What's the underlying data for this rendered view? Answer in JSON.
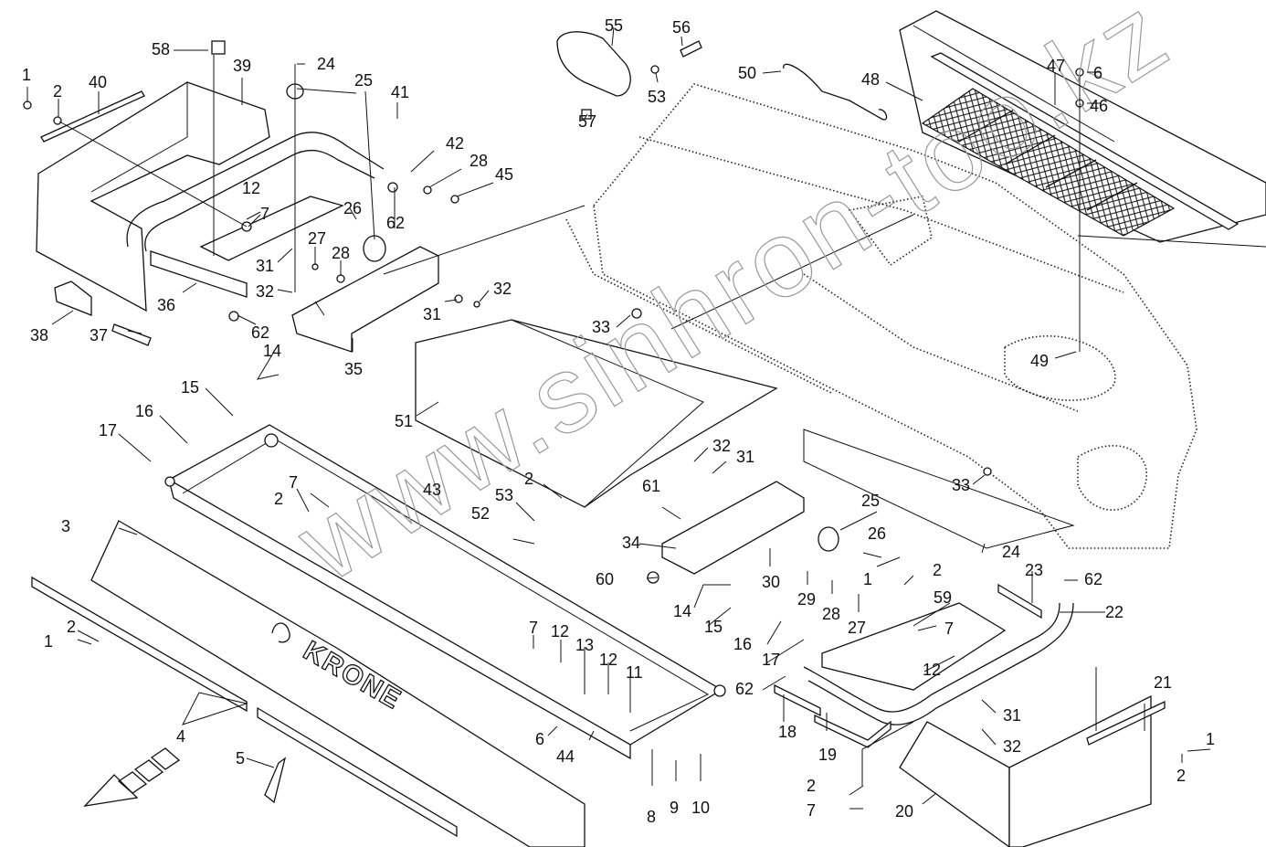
{
  "diagram": {
    "title": "Exploded parts diagram - mower guard frame assembly",
    "brand_logo_text": "KRONE",
    "watermark": "www.sinhron-too.kz",
    "direction_arrow": "travel-direction-arrow",
    "callouts": [
      {
        "id": "c1a",
        "label": "1"
      },
      {
        "id": "c2a",
        "label": "2"
      },
      {
        "id": "c40",
        "label": "40"
      },
      {
        "id": "c58",
        "label": "58"
      },
      {
        "id": "c39",
        "label": "39"
      },
      {
        "id": "c24a",
        "label": "24"
      },
      {
        "id": "c25a",
        "label": "25"
      },
      {
        "id": "c41",
        "label": "41"
      },
      {
        "id": "c12a",
        "label": "12"
      },
      {
        "id": "c7a",
        "label": "7"
      },
      {
        "id": "c42",
        "label": "42"
      },
      {
        "id": "c28a",
        "label": "28"
      },
      {
        "id": "c45",
        "label": "45"
      },
      {
        "id": "c62a",
        "label": "62"
      },
      {
        "id": "c26a",
        "label": "26"
      },
      {
        "id": "c27a",
        "label": "27"
      },
      {
        "id": "c28b",
        "label": "28"
      },
      {
        "id": "c31a",
        "label": "31"
      },
      {
        "id": "c32a",
        "label": "32"
      },
      {
        "id": "c36",
        "label": "36"
      },
      {
        "id": "c38",
        "label": "38"
      },
      {
        "id": "c37",
        "label": "37"
      },
      {
        "id": "c62b",
        "label": "62"
      },
      {
        "id": "c35",
        "label": "35"
      },
      {
        "id": "c31b",
        "label": "31"
      },
      {
        "id": "c32b",
        "label": "32"
      },
      {
        "id": "c55",
        "label": "55"
      },
      {
        "id": "c56",
        "label": "56"
      },
      {
        "id": "c53a",
        "label": "53"
      },
      {
        "id": "c57",
        "label": "57"
      },
      {
        "id": "c50",
        "label": "50"
      },
      {
        "id": "c48",
        "label": "48"
      },
      {
        "id": "c47",
        "label": "47"
      },
      {
        "id": "c6a",
        "label": "6"
      },
      {
        "id": "c46",
        "label": "46"
      },
      {
        "id": "c33a",
        "label": "33"
      },
      {
        "id": "c49",
        "label": "49"
      },
      {
        "id": "c51",
        "label": "51"
      },
      {
        "id": "c14a",
        "label": "14"
      },
      {
        "id": "c15a",
        "label": "15"
      },
      {
        "id": "c16a",
        "label": "16"
      },
      {
        "id": "c17a",
        "label": "17"
      },
      {
        "id": "c43",
        "label": "43"
      },
      {
        "id": "c7b",
        "label": "7"
      },
      {
        "id": "c2b",
        "label": "2"
      },
      {
        "id": "c3",
        "label": "3"
      },
      {
        "id": "c1b",
        "label": "1"
      },
      {
        "id": "c2c",
        "label": "2"
      },
      {
        "id": "c4",
        "label": "4"
      },
      {
        "id": "c5",
        "label": "5"
      },
      {
        "id": "c52",
        "label": "52"
      },
      {
        "id": "c53b",
        "label": "53"
      },
      {
        "id": "c2d",
        "label": "2"
      },
      {
        "id": "c32c",
        "label": "32"
      },
      {
        "id": "c31c",
        "label": "31"
      },
      {
        "id": "c61",
        "label": "61"
      },
      {
        "id": "c34",
        "label": "34"
      },
      {
        "id": "c60",
        "label": "60"
      },
      {
        "id": "c14b",
        "label": "14"
      },
      {
        "id": "c15b",
        "label": "15"
      },
      {
        "id": "c16b",
        "label": "16"
      },
      {
        "id": "c17b",
        "label": "17"
      },
      {
        "id": "c30",
        "label": "30"
      },
      {
        "id": "c29",
        "label": "29"
      },
      {
        "id": "c28c",
        "label": "28"
      },
      {
        "id": "c27b",
        "label": "27"
      },
      {
        "id": "c25b",
        "label": "25"
      },
      {
        "id": "c26b",
        "label": "26"
      },
      {
        "id": "c33b",
        "label": "33"
      },
      {
        "id": "c1c",
        "label": "1"
      },
      {
        "id": "c2e",
        "label": "2"
      },
      {
        "id": "c59",
        "label": "59"
      },
      {
        "id": "c24b",
        "label": "24"
      },
      {
        "id": "c23",
        "label": "23"
      },
      {
        "id": "c62c",
        "label": "62"
      },
      {
        "id": "c22",
        "label": "22"
      },
      {
        "id": "c7c",
        "label": "7"
      },
      {
        "id": "c12b",
        "label": "12"
      },
      {
        "id": "c62d",
        "label": "62"
      },
      {
        "id": "c7d",
        "label": "7"
      },
      {
        "id": "c12c",
        "label": "12"
      },
      {
        "id": "c13",
        "label": "13"
      },
      {
        "id": "c12d",
        "label": "12"
      },
      {
        "id": "c11",
        "label": "11"
      },
      {
        "id": "c6b",
        "label": "6"
      },
      {
        "id": "c44",
        "label": "44"
      },
      {
        "id": "c8",
        "label": "8"
      },
      {
        "id": "c9",
        "label": "9"
      },
      {
        "id": "c10",
        "label": "10"
      },
      {
        "id": "c18",
        "label": "18"
      },
      {
        "id": "c19",
        "label": "19"
      },
      {
        "id": "c31d",
        "label": "31"
      },
      {
        "id": "c32d",
        "label": "32"
      },
      {
        "id": "c21",
        "label": "21"
      },
      {
        "id": "c1d",
        "label": "1"
      },
      {
        "id": "c2f",
        "label": "2"
      },
      {
        "id": "c2g",
        "label": "2"
      },
      {
        "id": "c7e",
        "label": "7"
      },
      {
        "id": "c20",
        "label": "20"
      }
    ]
  }
}
